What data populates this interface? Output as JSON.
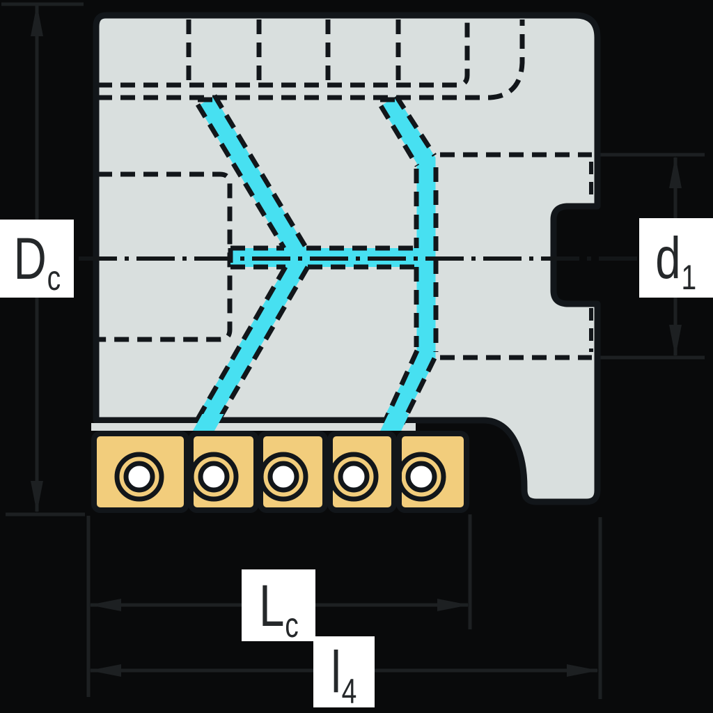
{
  "labels": {
    "dc": {
      "main": "D",
      "sub": "c"
    },
    "d1": {
      "main": "d",
      "sub": "1"
    },
    "lc": {
      "main": "L",
      "sub": "c"
    },
    "l4": {
      "main": "l",
      "sub": "4"
    }
  },
  "colors": {
    "background": "#090a0b",
    "body_fill": "#d9dfde",
    "line": "#12161a",
    "centerline": "#131618",
    "coolant": "#47e0f1",
    "insert_fill": "#f2cd7c",
    "hole_fill": "#ffffff",
    "dimension_line": "#1d2022",
    "label_bg": "#ffffff",
    "label_text": "#25282a"
  },
  "inserts": {
    "count": 5
  }
}
